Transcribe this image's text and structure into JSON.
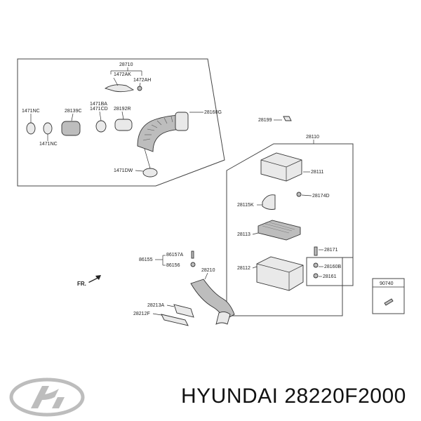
{
  "brand": "HYUNDAI",
  "part_number": "28220F2000",
  "logo_icon": "hyundai-logo-icon",
  "callouts": {
    "c28710": "28710",
    "c1472AK": "1472AK",
    "c1472AH": "1472AH",
    "c1471NC_a": "1471NC",
    "c28139C": "28139C",
    "c1471BA": "1471BA",
    "c1471CD": "1471CD",
    "c28192R": "28192R",
    "c28160G": "28160G",
    "c1471NC_b": "1471NC",
    "c1471DW": "1471DW",
    "c28199": "28199",
    "c28110": "28110",
    "c28111": "28111",
    "c28174D": "28174D",
    "c28115K": "28115K",
    "c28113": "28113",
    "c28171": "28171",
    "c86157A": "86157A",
    "c86155": "86155",
    "c86156": "86156",
    "c28112": "28112",
    "c28160B": "28160B",
    "c28210": "28210",
    "c28161": "28161",
    "c90740": "90740",
    "c28213A": "28213A",
    "c28212F": "28212F",
    "fr": "FR."
  }
}
